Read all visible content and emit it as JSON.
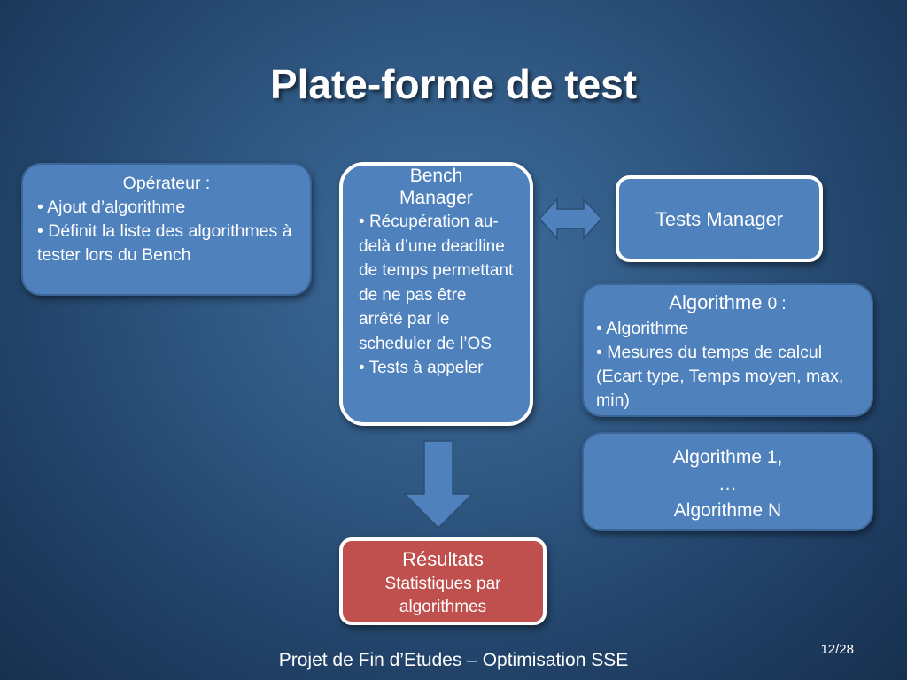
{
  "slide": {
    "title": "Plate-forme de test",
    "footer": "Projet de Fin d’Etudes – Optimisation SSE",
    "page_number": "12/28"
  },
  "operator": {
    "heading": "Opérateur :",
    "items": [
      "Ajout d’algorithme",
      "Définit la liste des algorithmes à tester lors du Bench"
    ]
  },
  "bench_manager": {
    "heading_line1": "Bench",
    "heading_line2": "Manager",
    "items": [
      "Récupération au-delà d’une deadline de temps permettant de ne pas être arrêté par le scheduler de l’OS",
      "Tests à appeler"
    ]
  },
  "tests_manager": {
    "label": "Tests Manager"
  },
  "algorithm0": {
    "heading": "Algorithme",
    "heading_suffix": "0 :",
    "items": [
      "Algorithme",
      "Mesures du temps de calcul (Ecart type, Temps moyen, max, min)"
    ]
  },
  "algorithm_n": {
    "line1": "Algorithme 1,",
    "line2": "…",
    "line3": "Algorithme N"
  },
  "results": {
    "heading": "Résultats",
    "text": "Statistiques par algorithmes"
  },
  "colors": {
    "box_blue": "#4f81bd",
    "box_red": "#c0504d",
    "arrow_blue": "#4f81bd"
  }
}
